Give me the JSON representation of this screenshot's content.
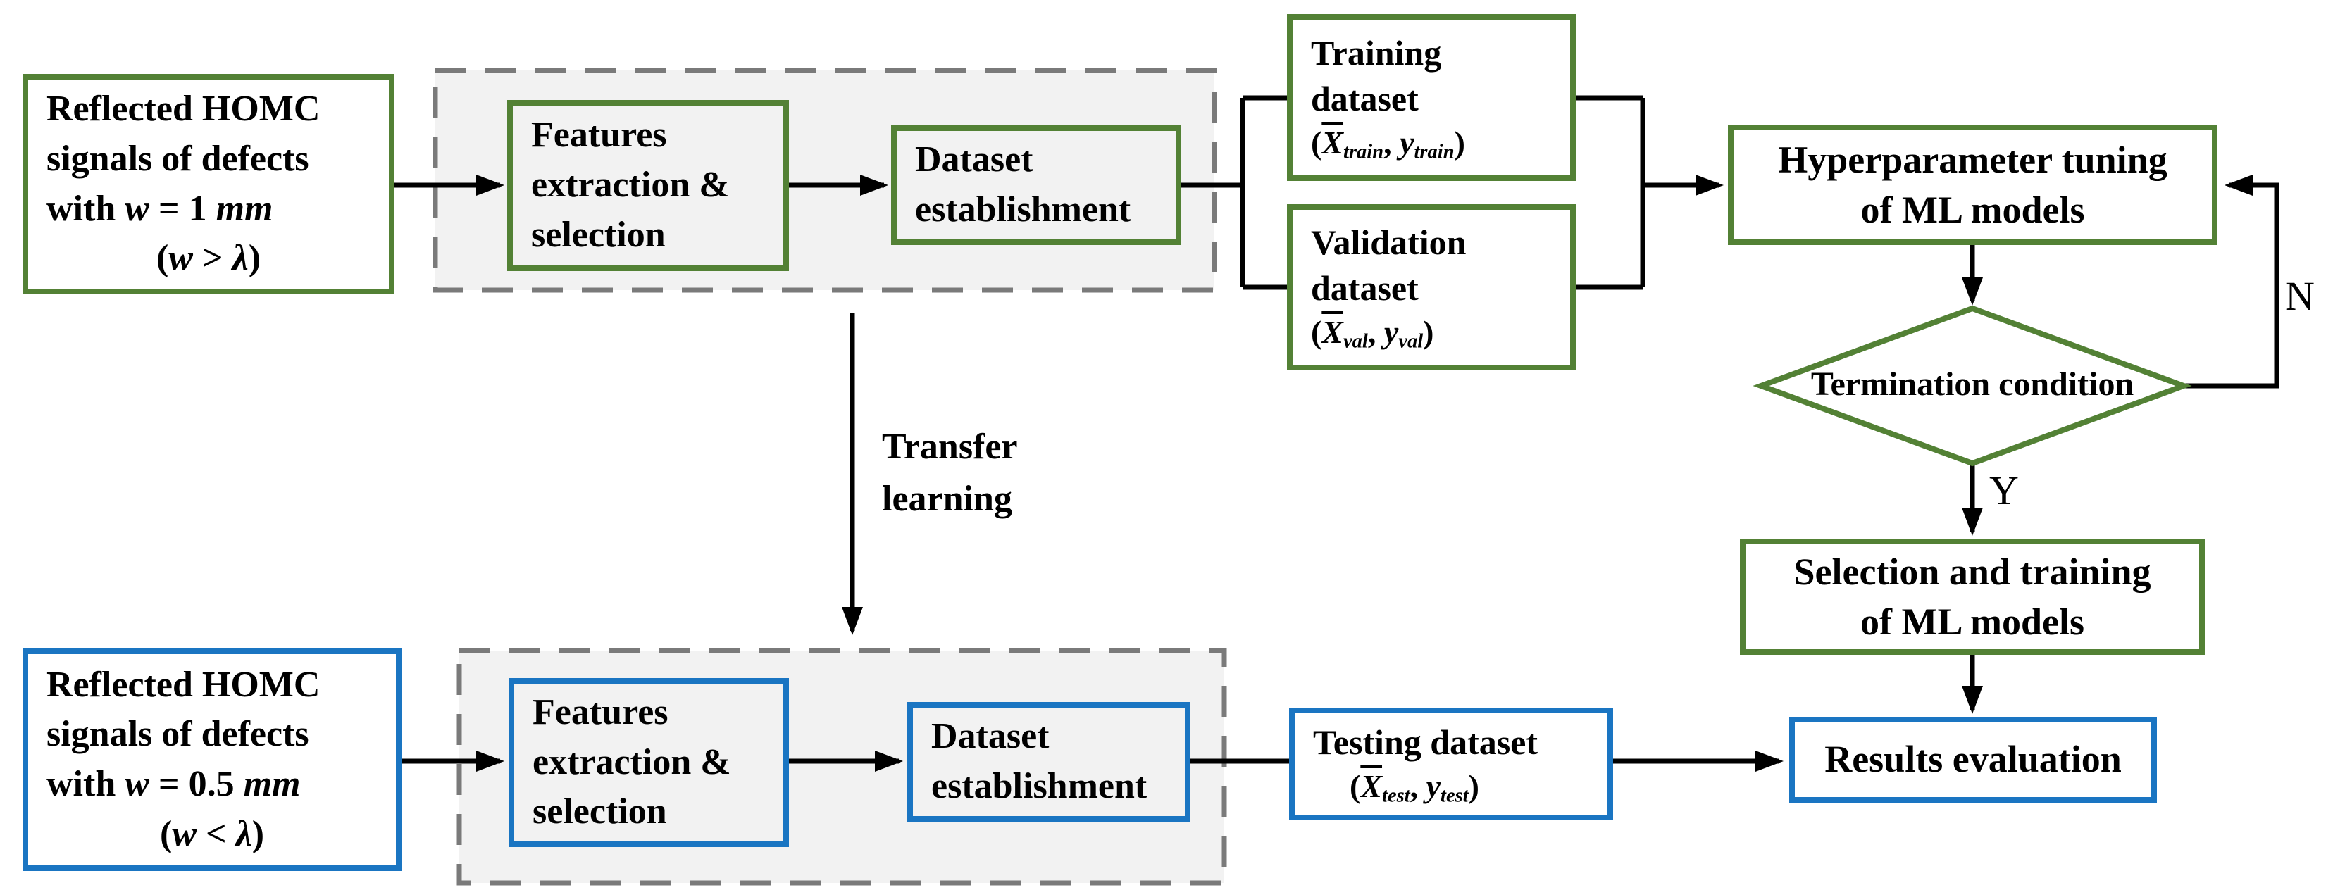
{
  "palette": {
    "green": "#538135",
    "blue": "#1a75c2",
    "dash_border": "#7a7a7a",
    "dash_fill": "#f2f2f2",
    "line": "#000000"
  },
  "flow_top": {
    "homc_1mm": {
      "l1": "Reflected HOMC",
      "l2": "signals of defects",
      "l3": [
        {
          "t": "with ",
          "c": ""
        },
        {
          "t": "w",
          "c": "it"
        },
        {
          "t": " = 1 ",
          "c": ""
        },
        {
          "t": "mm",
          "c": "it"
        }
      ],
      "l4": [
        {
          "t": "(",
          "c": ""
        },
        {
          "t": "w",
          "c": "it"
        },
        {
          "t": " > ",
          "c": ""
        },
        {
          "t": "λ",
          "c": "it"
        },
        {
          "t": ")",
          "c": ""
        }
      ]
    },
    "features": {
      "l1": "Features",
      "l2": "extraction &",
      "l3": "selection"
    },
    "dataset": {
      "l1": "Dataset",
      "l2": "establishment"
    },
    "training": {
      "l1": "Training",
      "l2": "dataset",
      "l3": [
        {
          "t": "(",
          "c": ""
        },
        {
          "t": "X",
          "c": "it bar"
        },
        {
          "t": "train",
          "c": "it sub"
        },
        {
          "t": ", ",
          "c": ""
        },
        {
          "t": "y",
          "c": "it"
        },
        {
          "t": "train",
          "c": "it sub"
        },
        {
          "t": ")",
          "c": ""
        }
      ]
    },
    "validation": {
      "l1": "Validation",
      "l2": "dataset",
      "l3": [
        {
          "t": "(",
          "c": ""
        },
        {
          "t": "X",
          "c": "it bar"
        },
        {
          "t": "val",
          "c": "it sub"
        },
        {
          "t": ", ",
          "c": ""
        },
        {
          "t": "y",
          "c": "it"
        },
        {
          "t": "val",
          "c": "it sub"
        },
        {
          "t": ")",
          "c": ""
        }
      ]
    },
    "hyper": {
      "l1": "Hyperparameter tuning",
      "l2": "of ML models"
    },
    "termination": {
      "label": "Termination condition",
      "no": "N",
      "yes": "Y"
    },
    "selection": {
      "l1": "Selection and training",
      "l2": "of ML models"
    }
  },
  "flow_bottom": {
    "homc_05mm": {
      "l1": "Reflected HOMC",
      "l2": "signals of defects",
      "l3": [
        {
          "t": "with ",
          "c": ""
        },
        {
          "t": "w",
          "c": "it"
        },
        {
          "t": " = 0.5 ",
          "c": ""
        },
        {
          "t": "mm",
          "c": "it"
        }
      ],
      "l4": [
        {
          "t": "(",
          "c": ""
        },
        {
          "t": "w",
          "c": "it"
        },
        {
          "t": " < ",
          "c": ""
        },
        {
          "t": "λ",
          "c": "it"
        },
        {
          "t": ")",
          "c": ""
        }
      ]
    },
    "features": {
      "l1": "Features",
      "l2": "extraction &",
      "l3": "selection"
    },
    "dataset": {
      "l1": "Dataset",
      "l2": "establishment"
    },
    "testing": {
      "l1": "Testing dataset",
      "l2": [
        {
          "t": "(",
          "c": ""
        },
        {
          "t": "X",
          "c": "it bar"
        },
        {
          "t": "test",
          "c": "it sub"
        },
        {
          "t": ", ",
          "c": ""
        },
        {
          "t": "y",
          "c": "it"
        },
        {
          "t": "test",
          "c": "it sub"
        },
        {
          "t": ")",
          "c": ""
        }
      ]
    },
    "results": {
      "label": "Results evaluation"
    }
  },
  "transfer": {
    "l1": "Transfer",
    "l2": "learning"
  }
}
